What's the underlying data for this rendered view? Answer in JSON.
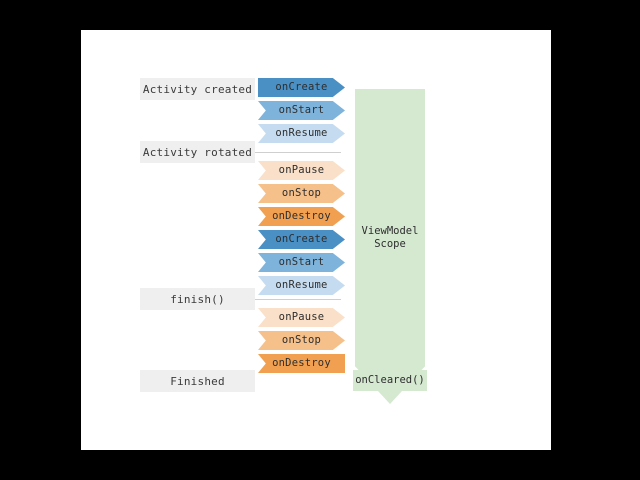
{
  "canvas": {
    "background": "#ffffff",
    "page_background": "#000000"
  },
  "palette": {
    "gray_label": "#efefef",
    "connector": "#cfcfcf",
    "blue_dark": "#4a90c4",
    "blue_mid": "#7eb3dc",
    "blue_light": "#c5dcf0",
    "orange_light": "#fae0c8",
    "orange_mid": "#f5c08a",
    "orange_dark": "#f0a050",
    "green": "#d5e8d0",
    "text": "#2e2e2e"
  },
  "state_labels": [
    {
      "text": "Activity created",
      "has_connector": false
    },
    {
      "text": "Activity rotated",
      "has_connector": true
    },
    {
      "text": "finish()",
      "has_connector": true
    },
    {
      "text": "Finished",
      "has_connector": false
    }
  ],
  "lifecycle_events": [
    {
      "label": "onCreate",
      "group": "create",
      "color": "#4a90c4",
      "shape": "head"
    },
    {
      "label": "onStart",
      "group": "create",
      "color": "#7eb3dc",
      "shape": "both"
    },
    {
      "label": "onResume",
      "group": "create",
      "color": "#c5dcf0",
      "shape": "both"
    },
    {
      "label": "onPause",
      "group": "destroy",
      "color": "#fae0c8",
      "shape": "both"
    },
    {
      "label": "onStop",
      "group": "destroy",
      "color": "#f5c08a",
      "shape": "both"
    },
    {
      "label": "onDestroy",
      "group": "destroy",
      "color": "#f0a050",
      "shape": "both"
    },
    {
      "label": "onCreate",
      "group": "create",
      "color": "#4a90c4",
      "shape": "both"
    },
    {
      "label": "onStart",
      "group": "create",
      "color": "#7eb3dc",
      "shape": "both"
    },
    {
      "label": "onResume",
      "group": "create",
      "color": "#c5dcf0",
      "shape": "both"
    },
    {
      "label": "onPause",
      "group": "destroy",
      "color": "#fae0c8",
      "shape": "both"
    },
    {
      "label": "onStop",
      "group": "destroy",
      "color": "#f5c08a",
      "shape": "both"
    },
    {
      "label": "onDestroy",
      "group": "destroy",
      "color": "#f0a050",
      "shape": "tail"
    }
  ],
  "viewmodel_scope": {
    "label": "ViewModel\nScope",
    "color": "#d5e8d0",
    "cleared_label": "onCleared()"
  }
}
